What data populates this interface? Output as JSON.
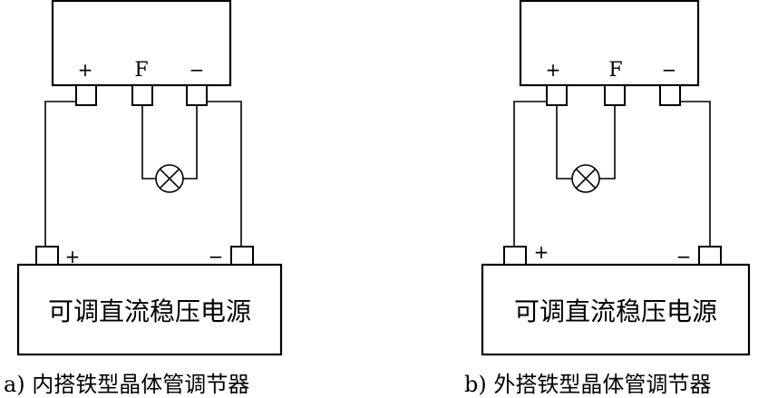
{
  "diagrams": [
    {
      "caption": "a) 内搭铁型晶体管调节器",
      "power_supply_label": "可调直流稳压电源",
      "regulator_terminals": {
        "plus": "+",
        "field": "F",
        "minus": "−"
      },
      "supply_terminals": {
        "plus": "+",
        "minus": "−"
      },
      "lamp_icon": "lamp-icon"
    },
    {
      "caption": "b) 外搭铁型晶体管调节器",
      "power_supply_label": "可调直流稳压电源",
      "regulator_terminals": {
        "plus": "+",
        "field": "F",
        "minus": "−"
      },
      "supply_terminals": {
        "plus": "+",
        "minus": "−"
      },
      "lamp_icon": "lamp-icon"
    }
  ]
}
